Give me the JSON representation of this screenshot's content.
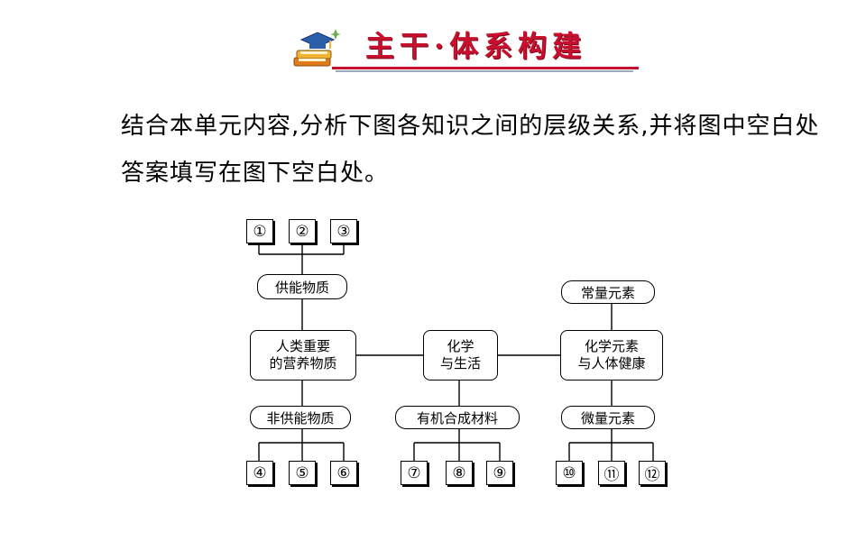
{
  "header": {
    "title": "主干·体系构建",
    "logo_icon": "book-cap-icon",
    "accent_color": "#c8102e"
  },
  "instruction": "结合本单元内容,分析下图各知识之间的层级关系,并将图中空白处答案填写在图下空白处。",
  "diagram": {
    "center": [
      "化学",
      "与生活"
    ],
    "left": [
      "人类重要",
      "的营养物质"
    ],
    "right": [
      "化学元素",
      "与人体健康"
    ],
    "left_top_label": "供能物质",
    "left_bottom_label": "非供能物质",
    "center_bottom_label": "有机合成材料",
    "right_top_label": "常量元素",
    "right_bottom_label": "微量元素",
    "blanks_top": [
      "①",
      "②",
      "③"
    ],
    "blanks_left_bottom": [
      "④",
      "⑤",
      "⑥"
    ],
    "blanks_center_bottom": [
      "⑦",
      "⑧",
      "⑨"
    ],
    "blanks_right_bottom": [
      "⑩",
      "⑪",
      "⑫"
    ]
  }
}
